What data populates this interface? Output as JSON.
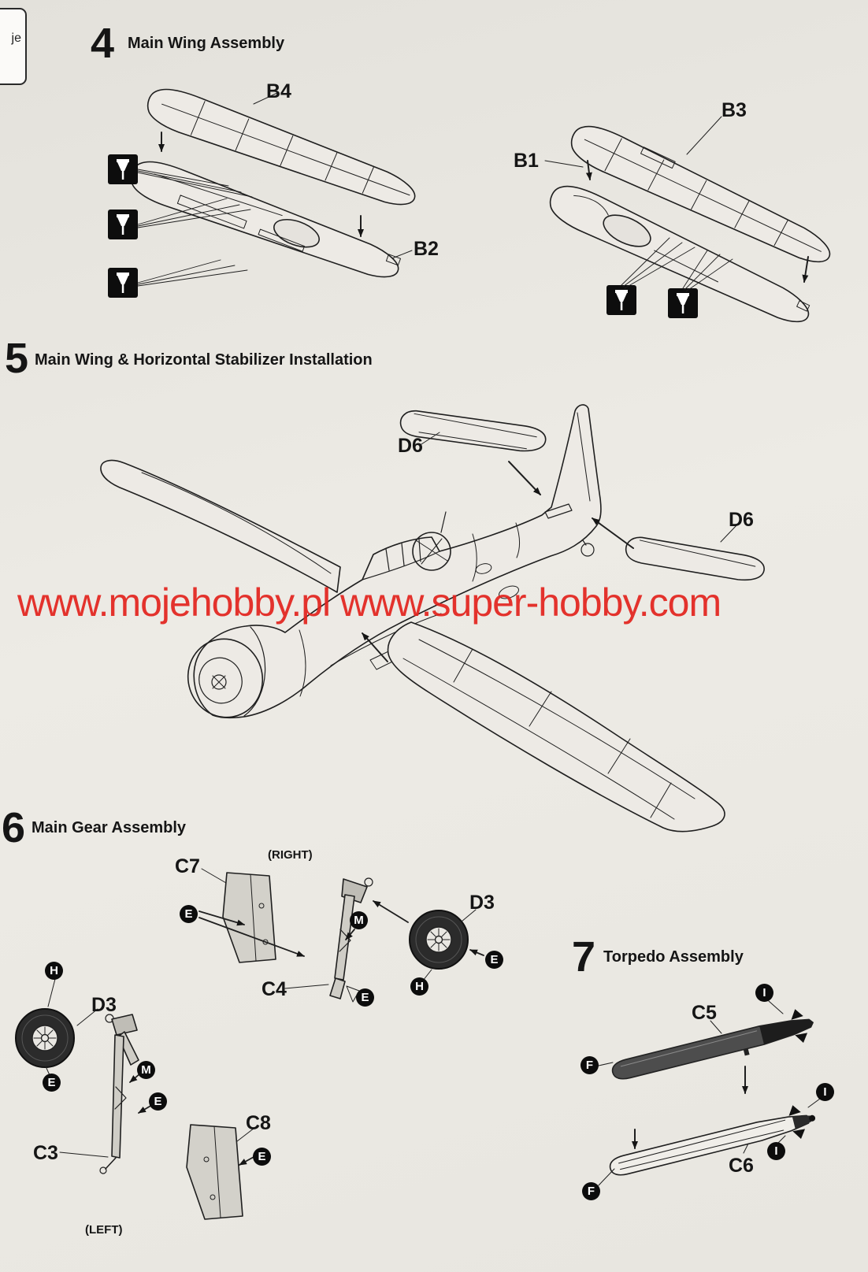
{
  "page": {
    "corner_label": "je",
    "watermark": "www.mojehobby.pl www.super-hobby.com",
    "colors": {
      "watermark": "#e3231d",
      "ink": "#1f1f1f",
      "paper": "#e9e6e1"
    }
  },
  "step4": {
    "number": "4",
    "title": "Main Wing Assembly",
    "labels": {
      "b4": "B4",
      "b2": "B2",
      "b3": "B3",
      "b1": "B1"
    }
  },
  "step5": {
    "number": "5",
    "title": "Main Wing & Horizontal Stabilizer Installation",
    "labels": {
      "d6_left": "D6",
      "d6_right": "D6"
    }
  },
  "step6": {
    "number": "6",
    "title": "Main Gear Assembly",
    "side_right": "(RIGHT)",
    "side_left": "(LEFT)",
    "labels": {
      "c7": "C7",
      "c4": "C4",
      "d3_right": "D3",
      "d3_left": "D3",
      "c3": "C3",
      "c8": "C8"
    },
    "callouts_right": [
      "E",
      "M",
      "E",
      "H",
      "E"
    ],
    "callouts_left": [
      "H",
      "E",
      "M",
      "E",
      "E"
    ]
  },
  "step7": {
    "number": "7",
    "title": "Torpedo Assembly",
    "labels": {
      "c5": "C5",
      "c6": "C6"
    },
    "callouts": [
      "I",
      "F",
      "I",
      "I",
      "F"
    ]
  }
}
